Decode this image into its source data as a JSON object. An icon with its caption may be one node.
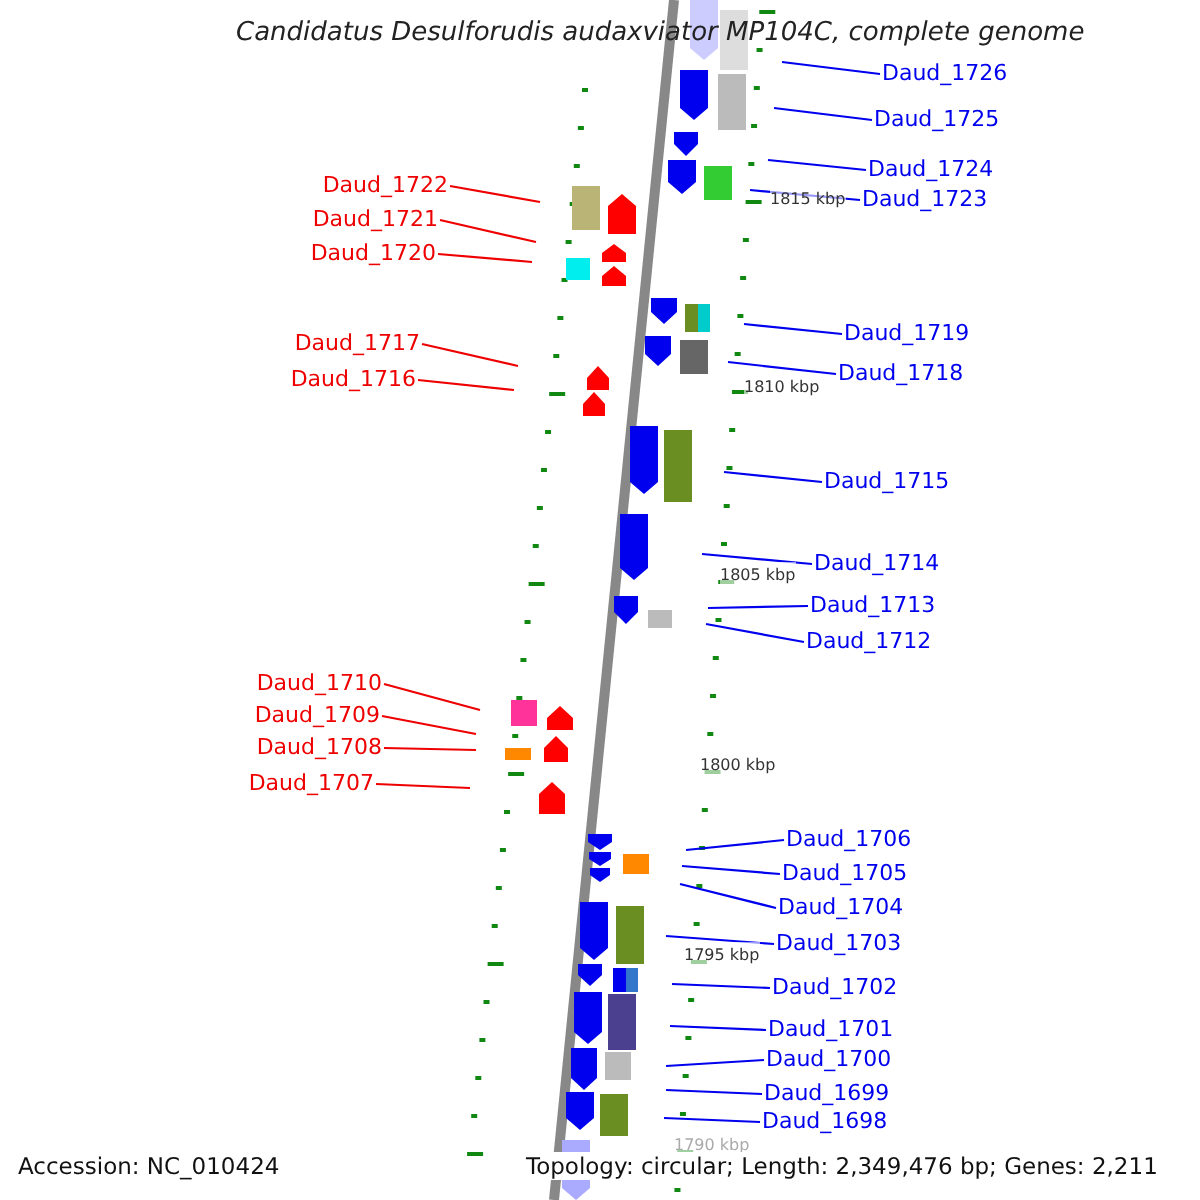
{
  "diagram": {
    "title": "Candidatus Desulforudis audaxviator MP104C, complete genome",
    "nodes": [
      {
        "text": [
          "Daud_1726"
        ]
      },
      {
        "text": [
          "Daud_1725"
        ]
      },
      {
        "text": [
          "Daud_1724"
        ]
      },
      {
        "text": [
          "Daud_1722"
        ]
      },
      {
        "text": [
          "Daud_1723"
        ]
      },
      {
        "text": [
          "Daud_1721"
        ]
      },
      {
        "text": [
          "Daud_1720"
        ]
      },
      {
        "text": [
          "Daud_1719"
        ]
      },
      {
        "text": [
          "Daud_1717"
        ]
      },
      {
        "text": [
          "Daud_1718"
        ]
      },
      {
        "text": [
          "Daud_1716"
        ]
      },
      {
        "text": [
          "Daud_1715"
        ]
      },
      {
        "text": [
          "Daud_1714"
        ]
      },
      {
        "text": [
          "Daud_1713"
        ]
      },
      {
        "text": [
          "Daud_1712"
        ]
      },
      {
        "text": [
          "Daud_1710"
        ]
      },
      {
        "text": [
          "Daud_1709"
        ]
      },
      {
        "text": [
          "Daud_1708"
        ]
      },
      {
        "text": [
          "Daud_1707"
        ]
      },
      {
        "text": [
          "Daud_1706"
        ]
      },
      {
        "text": [
          "Daud_1705"
        ]
      },
      {
        "text": [
          "Daud_1704"
        ]
      },
      {
        "text": [
          "Daud_1703"
        ]
      },
      {
        "text": [
          "Daud_1702"
        ]
      },
      {
        "text": [
          "Daud_1701"
        ]
      },
      {
        "text": [
          "Daud_1700"
        ]
      },
      {
        "text": [
          "Daud_1699"
        ]
      },
      {
        "text": [
          "Daud_1698"
        ]
      }
    ],
    "edges": [
      {
        "from": 0,
        "to": null,
        "arrow": "none"
      },
      {
        "from": 1,
        "to": null,
        "arrow": "none"
      },
      {
        "from": 2,
        "to": null,
        "arrow": "none"
      },
      {
        "from": 3,
        "to": null,
        "arrow": "none",
        "color": "#ee0000"
      },
      {
        "from": 4,
        "to": null,
        "arrow": "none"
      },
      {
        "from": 5,
        "to": null,
        "arrow": "none",
        "color": "#ee0000"
      },
      {
        "from": 6,
        "to": null,
        "arrow": "none",
        "color": "#ee0000"
      },
      {
        "from": 7,
        "to": null,
        "arrow": "none"
      },
      {
        "from": 8,
        "to": null,
        "arrow": "none",
        "color": "#ee0000"
      },
      {
        "from": 9,
        "to": null,
        "arrow": "none"
      },
      {
        "from": 10,
        "to": null,
        "arrow": "none",
        "color": "#ee0000"
      },
      {
        "from": 11,
        "to": null,
        "arrow": "none"
      },
      {
        "from": 12,
        "to": null,
        "arrow": "none"
      },
      {
        "from": 13,
        "to": null,
        "arrow": "none"
      },
      {
        "from": 14,
        "to": null,
        "arrow": "none"
      },
      {
        "from": 15,
        "to": null,
        "arrow": "none",
        "color": "#ee0000"
      },
      {
        "from": 16,
        "to": null,
        "arrow": "none",
        "color": "#ee0000"
      },
      {
        "from": 17,
        "to": null,
        "arrow": "none",
        "color": "#ee0000"
      },
      {
        "from": 18,
        "to": null,
        "arrow": "none",
        "color": "#ee0000"
      },
      {
        "from": 19,
        "to": null,
        "arrow": "none"
      },
      {
        "from": 20,
        "to": null,
        "arrow": "none"
      },
      {
        "from": 21,
        "to": null,
        "arrow": "none"
      },
      {
        "from": 22,
        "to": null,
        "arrow": "none"
      },
      {
        "from": 23,
        "to": null,
        "arrow": "none"
      },
      {
        "from": 24,
        "to": null,
        "arrow": "none"
      },
      {
        "from": 25,
        "to": null,
        "arrow": "none"
      },
      {
        "from": 26,
        "to": null,
        "arrow": "none"
      },
      {
        "from": 27,
        "to": null,
        "arrow": "none"
      }
    ],
    "labels": [
      "1815 kbp",
      "1810 kbp",
      "1805 kbp",
      "1800 kbp",
      "1795 kbp",
      "1790 kbp",
      "Accession: NC_010424",
      "Topology: circular; Length: 2,349,476 bp; Genes: 2,211"
    ]
  }
}
